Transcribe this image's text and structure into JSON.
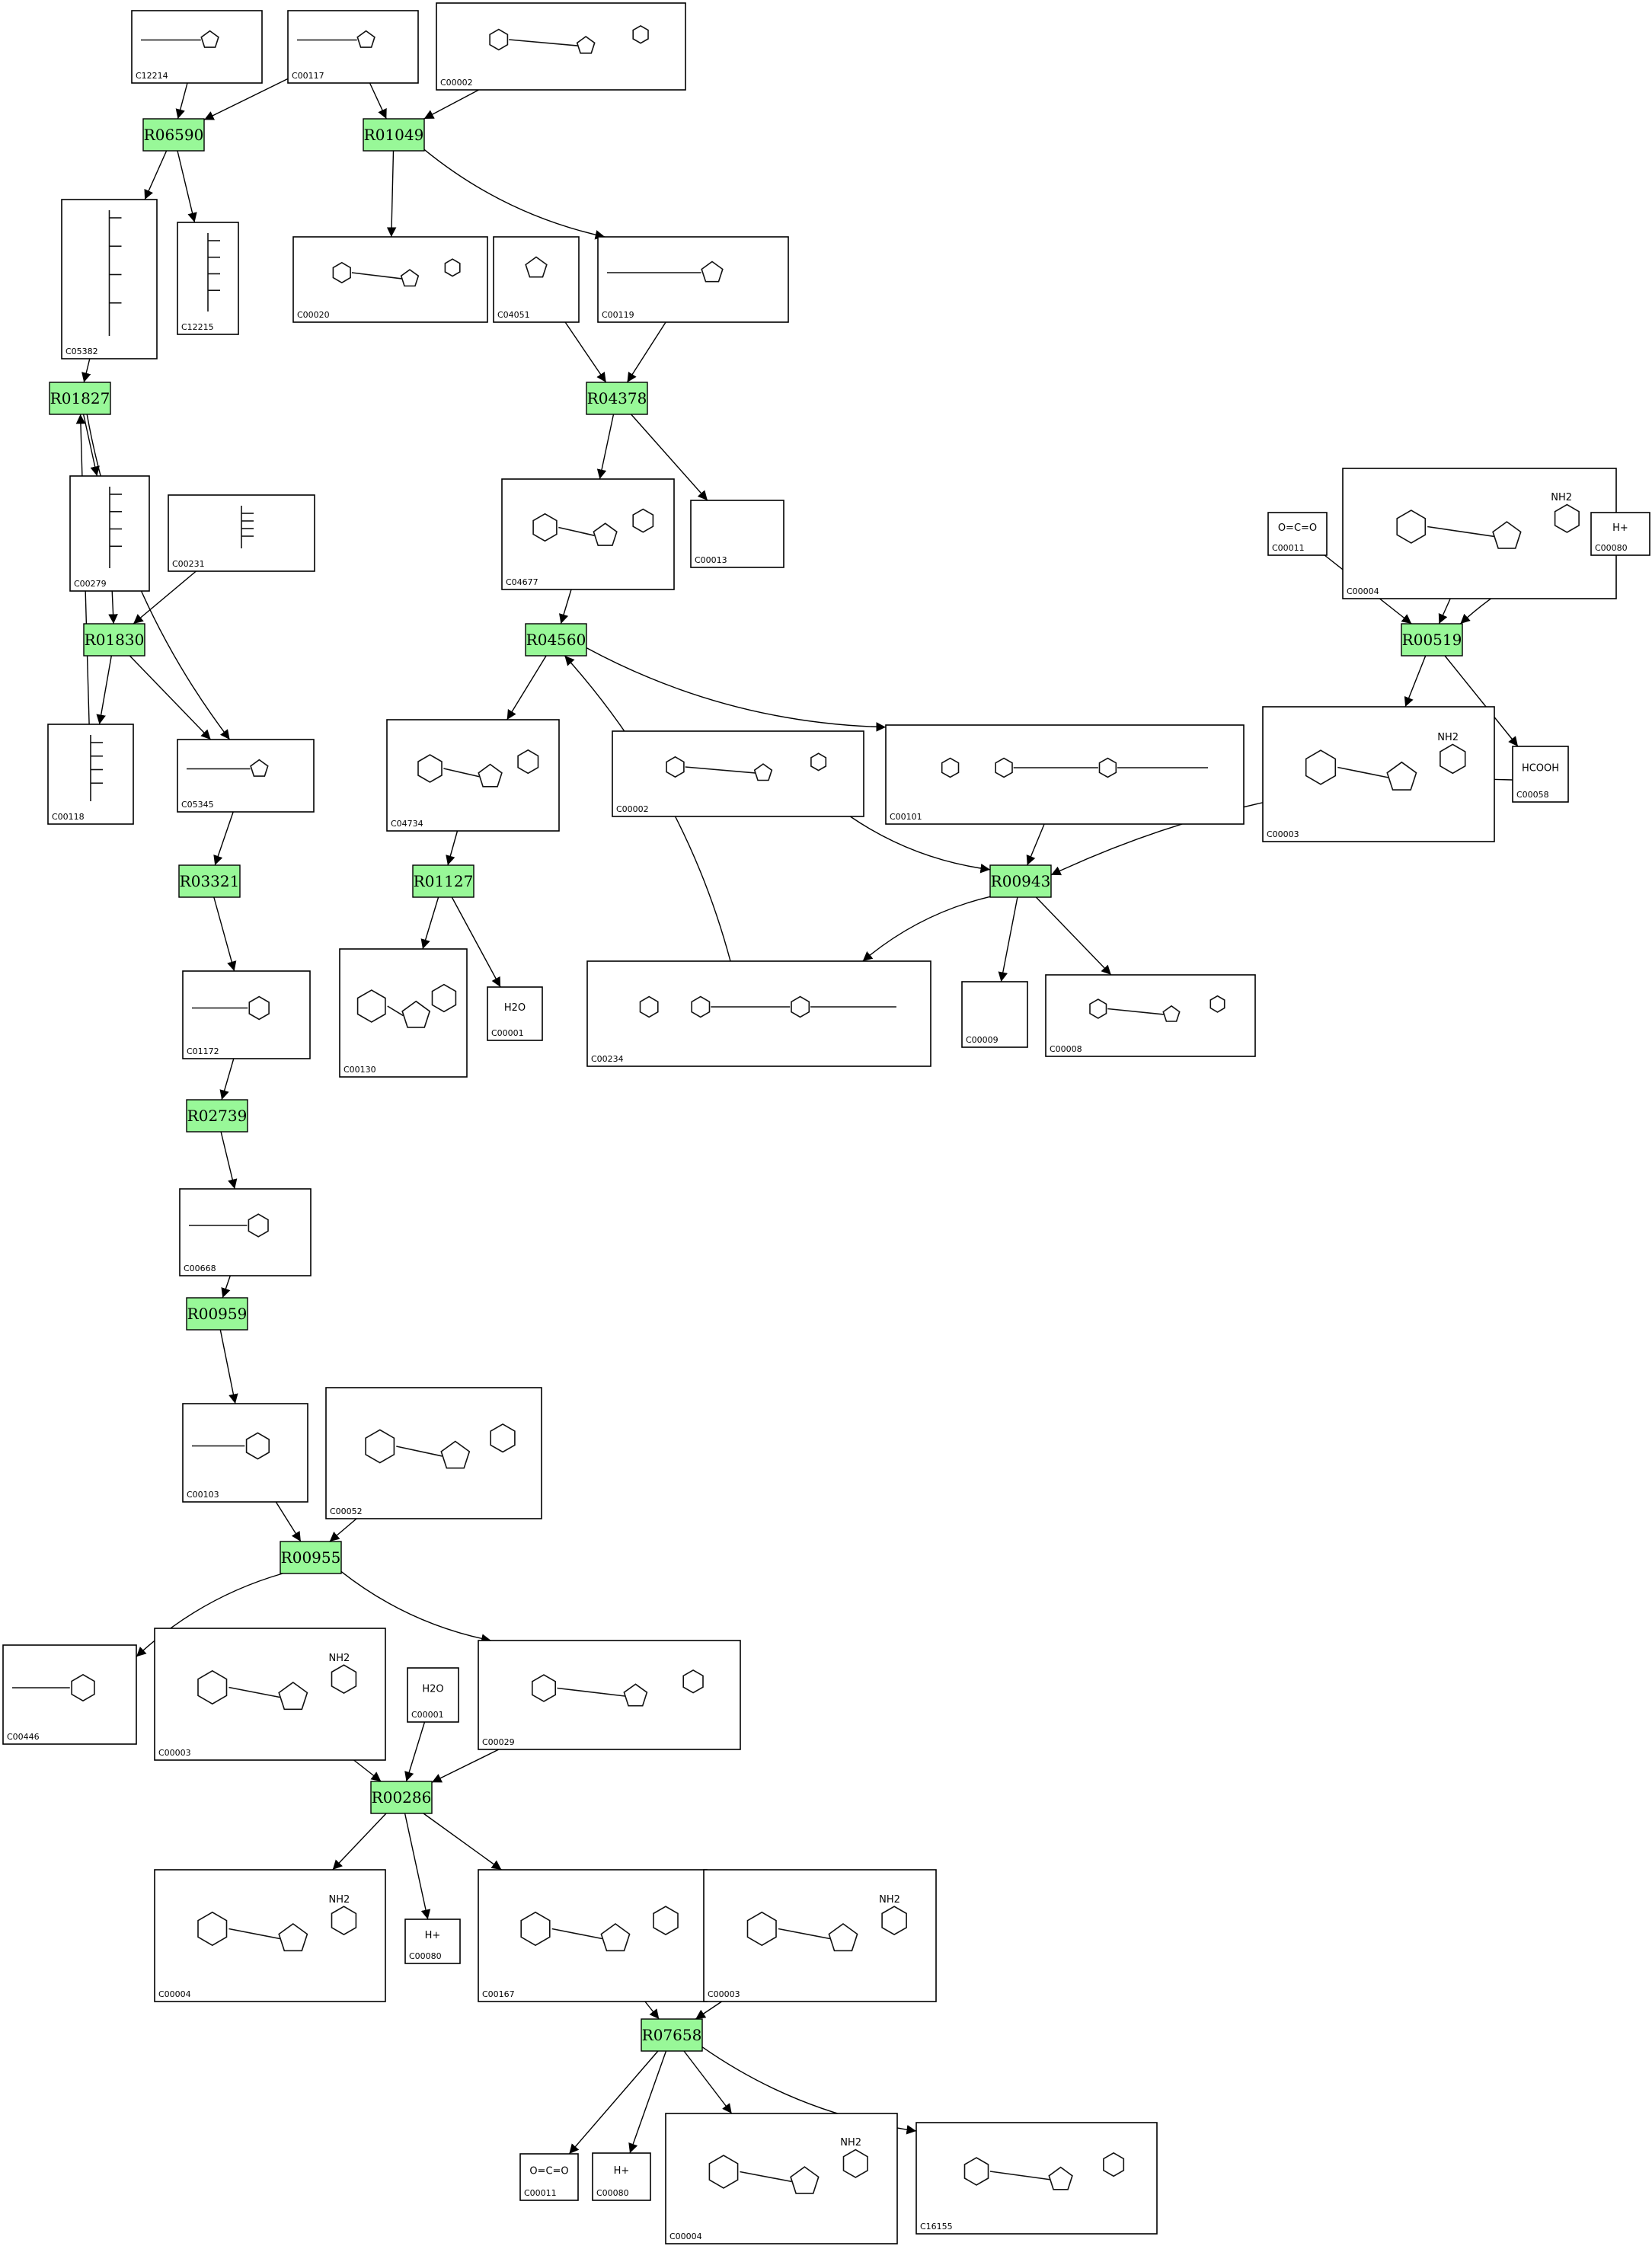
{
  "reactions": [
    {
      "id": "r-R06590",
      "label": "R06590"
    },
    {
      "id": "r-R01049",
      "label": "R01049"
    },
    {
      "id": "r-R01827",
      "label": "R01827"
    },
    {
      "id": "r-R04378",
      "label": "R04378"
    },
    {
      "id": "r-R01830",
      "label": "R01830"
    },
    {
      "id": "r-R04560",
      "label": "R04560"
    },
    {
      "id": "r-R00519",
      "label": "R00519"
    },
    {
      "id": "r-R03321",
      "label": "R03321"
    },
    {
      "id": "r-R01127",
      "label": "R01127"
    },
    {
      "id": "r-R00943",
      "label": "R00943"
    },
    {
      "id": "r-R02739",
      "label": "R02739"
    },
    {
      "id": "r-R00959",
      "label": "R00959"
    },
    {
      "id": "r-R00955",
      "label": "R00955"
    },
    {
      "id": "r-R00286",
      "label": "R00286"
    },
    {
      "id": "r-R07658",
      "label": "R07658"
    }
  ],
  "compounds": [
    {
      "id": "c1",
      "label": "C12214",
      "mol": "sugar"
    },
    {
      "id": "c2",
      "label": "C00117",
      "mol": "sugar"
    },
    {
      "id": "c3",
      "label": "C00002",
      "mol": "nucleotide"
    },
    {
      "id": "c4",
      "label": "C05382",
      "mol": "chain"
    },
    {
      "id": "c5",
      "label": "C12215",
      "mol": "chain"
    },
    {
      "id": "c6",
      "label": "C00020",
      "mol": "nucleotide"
    },
    {
      "id": "c7",
      "label": "C04051",
      "mol": "ring"
    },
    {
      "id": "c8",
      "label": "C00119",
      "mol": "sugar"
    },
    {
      "id": "c9",
      "label": "C00279",
      "mol": "chain"
    },
    {
      "id": "c10",
      "label": "C00231",
      "mol": "chain"
    },
    {
      "id": "c11",
      "label": "C04677",
      "mol": "nucleotide"
    },
    {
      "id": "c12",
      "label": "C00013",
      "mol": "small"
    },
    {
      "id": "c13",
      "label": "C00011",
      "mol": "small",
      "text": "O=C=O"
    },
    {
      "id": "c14",
      "label": "C00004",
      "mol": "nucleotide",
      "text": "NH2"
    },
    {
      "id": "c15",
      "label": "C00080",
      "mol": "small",
      "text": "H+"
    },
    {
      "id": "c16",
      "label": "C00118",
      "mol": "chain"
    },
    {
      "id": "c17",
      "label": "C05345",
      "mol": "sugar"
    },
    {
      "id": "c18",
      "label": "C04734",
      "mol": "nucleotide"
    },
    {
      "id": "c19",
      "label": "C00002",
      "mol": "nucleotide"
    },
    {
      "id": "c20",
      "label": "C00101",
      "mol": "folate"
    },
    {
      "id": "c21",
      "label": "C00003",
      "mol": "nucleotide",
      "text": "NH2"
    },
    {
      "id": "c22",
      "label": "C00058",
      "mol": "small",
      "text": "HCOOH"
    },
    {
      "id": "c23",
      "label": "C01172",
      "mol": "hexose"
    },
    {
      "id": "c24",
      "label": "C00130",
      "mol": "nucleotide"
    },
    {
      "id": "c25",
      "label": "C00001",
      "mol": "small",
      "text": "H2O"
    },
    {
      "id": "c26",
      "label": "C00234",
      "mol": "folate"
    },
    {
      "id": "c27",
      "label": "C00009",
      "mol": "small"
    },
    {
      "id": "c28",
      "label": "C00008",
      "mol": "nucleotide"
    },
    {
      "id": "c29",
      "label": "C00668",
      "mol": "hexose"
    },
    {
      "id": "c30",
      "label": "C00103",
      "mol": "hexose"
    },
    {
      "id": "c31",
      "label": "C00052",
      "mol": "nucleotide"
    },
    {
      "id": "c32",
      "label": "C00446",
      "mol": "hexose"
    },
    {
      "id": "c33",
      "label": "C00003",
      "mol": "nucleotide",
      "text": "NH2"
    },
    {
      "id": "c34",
      "label": "C00001",
      "mol": "small",
      "text": "H2O"
    },
    {
      "id": "c35",
      "label": "C00029",
      "mol": "nucleotide"
    },
    {
      "id": "c36",
      "label": "C00004",
      "mol": "nucleotide",
      "text": "NH2"
    },
    {
      "id": "c37",
      "label": "C00080",
      "mol": "small",
      "text": "H+"
    },
    {
      "id": "c38",
      "label": "C00167",
      "mol": "nucleotide"
    },
    {
      "id": "c39",
      "label": "C00003",
      "mol": "nucleotide",
      "text": "NH2"
    },
    {
      "id": "c40",
      "label": "C00011",
      "mol": "small",
      "text": "O=C=O"
    },
    {
      "id": "c41",
      "label": "C00080",
      "mol": "small",
      "text": "H+"
    },
    {
      "id": "c42",
      "label": "C00004",
      "mol": "nucleotide",
      "text": "NH2"
    },
    {
      "id": "c43",
      "label": "C16155",
      "mol": "nucleotide"
    }
  ],
  "edges": [
    [
      "c1",
      "r-R06590"
    ],
    [
      "c2",
      "r-R06590"
    ],
    [
      "c2",
      "r-R01049"
    ],
    [
      "c3",
      "r-R01049"
    ],
    [
      "r-R06590",
      "c4"
    ],
    [
      "r-R06590",
      "c5"
    ],
    [
      "r-R01049",
      "c6"
    ],
    [
      "r-R01049",
      "c8"
    ],
    [
      "c4",
      "r-R01827"
    ],
    [
      "c7",
      "r-R04378"
    ],
    [
      "c8",
      "r-R04378"
    ],
    [
      "r-R01827",
      "c9"
    ],
    [
      "r-R01827",
      "c17"
    ],
    [
      "r-R04378",
      "c11"
    ],
    [
      "r-R04378",
      "c12"
    ],
    [
      "c9",
      "r-R01830"
    ],
    [
      "c10",
      "r-R01830"
    ],
    [
      "c11",
      "r-R04560"
    ],
    [
      "c13",
      "r-R00519"
    ],
    [
      "c14",
      "r-R00519"
    ],
    [
      "c15",
      "r-R00519"
    ],
    [
      "r-R01830",
      "c16"
    ],
    [
      "r-R01830",
      "c17"
    ],
    [
      "c16",
      "r-R01827"
    ],
    [
      "r-R04560",
      "c18"
    ],
    [
      "r-R04560",
      "c20"
    ],
    [
      "r-R00519",
      "c21"
    ],
    [
      "r-R00519",
      "c22"
    ],
    [
      "c17",
      "r-R03321"
    ],
    [
      "c18",
      "r-R01127"
    ],
    [
      "c19",
      "r-R00943"
    ],
    [
      "c20",
      "r-R00943"
    ],
    [
      "c22",
      "r-R00943"
    ],
    [
      "r-R03321",
      "c23"
    ],
    [
      "r-R01127",
      "c24"
    ],
    [
      "r-R01127",
      "c25"
    ],
    [
      "r-R00943",
      "c26"
    ],
    [
      "r-R00943",
      "c27"
    ],
    [
      "r-R00943",
      "c28"
    ],
    [
      "c26",
      "r-R04560"
    ],
    [
      "c23",
      "r-R02739"
    ],
    [
      "r-R02739",
      "c29"
    ],
    [
      "c29",
      "r-R00959"
    ],
    [
      "r-R00959",
      "c30"
    ],
    [
      "c30",
      "r-R00955"
    ],
    [
      "c31",
      "r-R00955"
    ],
    [
      "r-R00955",
      "c32"
    ],
    [
      "r-R00955",
      "c35"
    ],
    [
      "c33",
      "r-R00286"
    ],
    [
      "c34",
      "r-R00286"
    ],
    [
      "c35",
      "r-R00286"
    ],
    [
      "r-R00286",
      "c36"
    ],
    [
      "r-R00286",
      "c37"
    ],
    [
      "r-R00286",
      "c38"
    ],
    [
      "c38",
      "r-R07658"
    ],
    [
      "c39",
      "r-R07658"
    ],
    [
      "r-R07658",
      "c40"
    ],
    [
      "r-R07658",
      "c41"
    ],
    [
      "r-R07658",
      "c42"
    ],
    [
      "r-R07658",
      "c43"
    ]
  ]
}
